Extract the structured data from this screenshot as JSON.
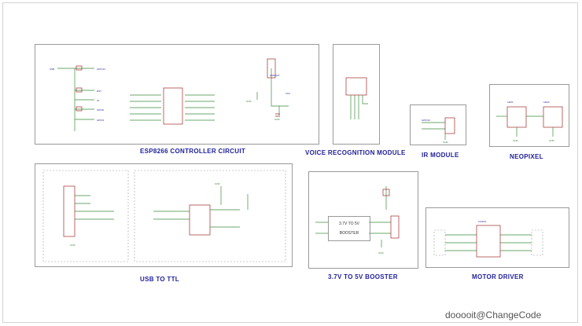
{
  "blocks": {
    "esp8266": {
      "title": "ESP8266 CONTROLLER CIRCUIT"
    },
    "voice": {
      "title": "VOICE RECOGNITION MODULE"
    },
    "ir": {
      "title": "IR MODULE"
    },
    "neopixel": {
      "title": "NEOPIXEL"
    },
    "usb_ttl": {
      "title": "USB TO TTL"
    },
    "booster": {
      "title": "3.7V TO 5V BOOSTER",
      "inner_top": "3.7V TO 5V",
      "inner_bottom": "BOOSTER"
    },
    "motor": {
      "title": "MOTOR DRIVER"
    }
  },
  "watermark": "dooooit@ChangeCode",
  "colors": {
    "wire": "#3a8a3a",
    "component": "#a02828",
    "label": "#1f1f9a",
    "title": "#1f1f9a"
  }
}
